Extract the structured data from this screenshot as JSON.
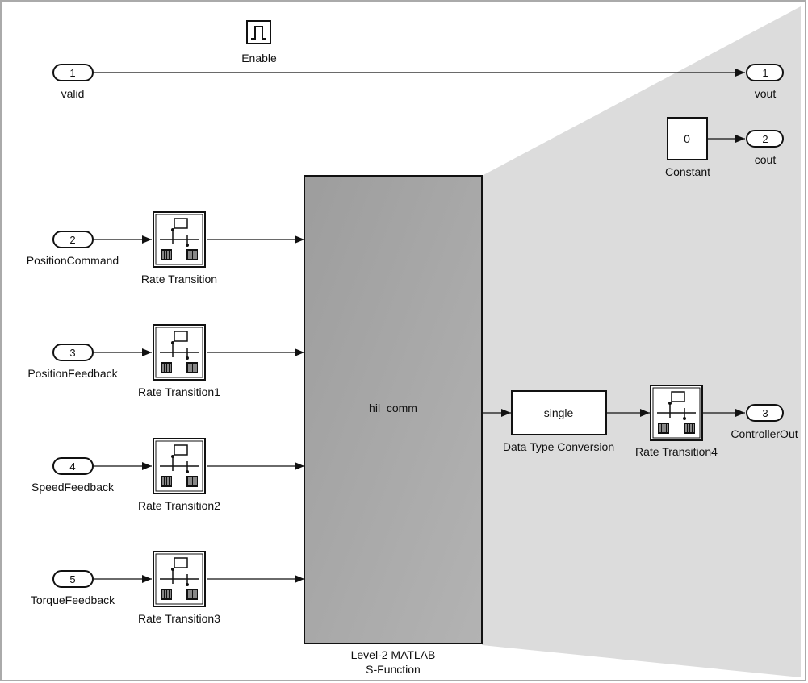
{
  "enable_block": {
    "label": "Enable"
  },
  "inports": [
    {
      "number": "1",
      "label": "valid"
    },
    {
      "number": "2",
      "label": "PositionCommand"
    },
    {
      "number": "3",
      "label": "PositionFeedback"
    },
    {
      "number": "4",
      "label": "SpeedFeedback"
    },
    {
      "number": "5",
      "label": "TorqueFeedback"
    }
  ],
  "outports": [
    {
      "number": "1",
      "label": "vout"
    },
    {
      "number": "2",
      "label": "cout"
    },
    {
      "number": "3",
      "label": "ControllerOut"
    }
  ],
  "rate_transitions": [
    {
      "label": "Rate Transition"
    },
    {
      "label": "Rate Transition1"
    },
    {
      "label": "Rate Transition2"
    },
    {
      "label": "Rate Transition3"
    },
    {
      "label": "Rate Transition4"
    }
  ],
  "sfunction": {
    "name": "hil_comm",
    "caption_line1": "Level-2 MATLAB",
    "caption_line2": "S-Function"
  },
  "constant": {
    "value": "0",
    "label": "Constant"
  },
  "dtc": {
    "value": "single",
    "label": "Data Type Conversion"
  },
  "colors": {
    "line": "#111111",
    "shadow": "#d9d9d9",
    "sfunction_fill": "#a6a6a6",
    "border": "#aaaaaa"
  }
}
